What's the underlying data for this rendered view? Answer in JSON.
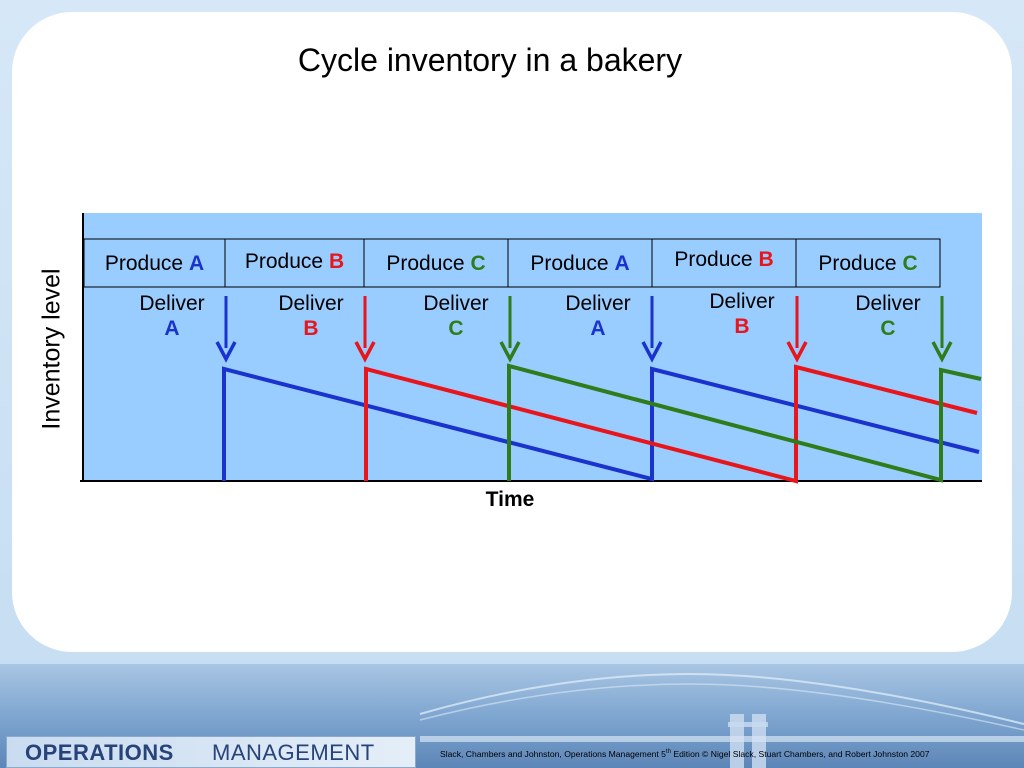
{
  "slide": {
    "title": "Cycle inventory in a bakery",
    "y_axis_label": "Inventory level",
    "x_axis_label": "Time"
  },
  "produce_row": [
    {
      "word": "Produce",
      "product": "A",
      "color": "#1a33cc"
    },
    {
      "word": "Produce",
      "product": "B",
      "color": "#e8151b"
    },
    {
      "word": "Produce",
      "product": "C",
      "color": "#2e7d1a"
    },
    {
      "word": "Produce",
      "product": "A",
      "color": "#1a33cc"
    },
    {
      "word": "Produce",
      "product": "B",
      "color": "#e8151b"
    },
    {
      "word": "Produce",
      "product": "C",
      "color": "#2e7d1a"
    }
  ],
  "deliveries": [
    {
      "word": "Deliver",
      "product": "A",
      "color": "#1a33cc"
    },
    {
      "word": "Deliver",
      "product": "B",
      "color": "#e8151b"
    },
    {
      "word": "Deliver",
      "product": "C",
      "color": "#2e7d1a"
    },
    {
      "word": "Deliver",
      "product": "A",
      "color": "#1a33cc"
    },
    {
      "word": "Deliver",
      "product": "B",
      "color": "#e8151b"
    },
    {
      "word": "Deliver",
      "product": "C",
      "color": "#2e7d1a"
    }
  ],
  "colors": {
    "plot_background": "#99ccff",
    "product_A": "#1a33cc",
    "product_B": "#e8151b",
    "product_C": "#2e7d1a"
  },
  "footer": {
    "brand_bold": "OPERATIONS",
    "brand_light": "MANAGEMENT",
    "copyright_before": "Slack, Chambers and Johnston, Operations Management 5",
    "copyright_sup": "th",
    "copyright_after": " Edition © Nigel Slack, Stuart Chambers, and Robert Johnston 2007"
  }
}
